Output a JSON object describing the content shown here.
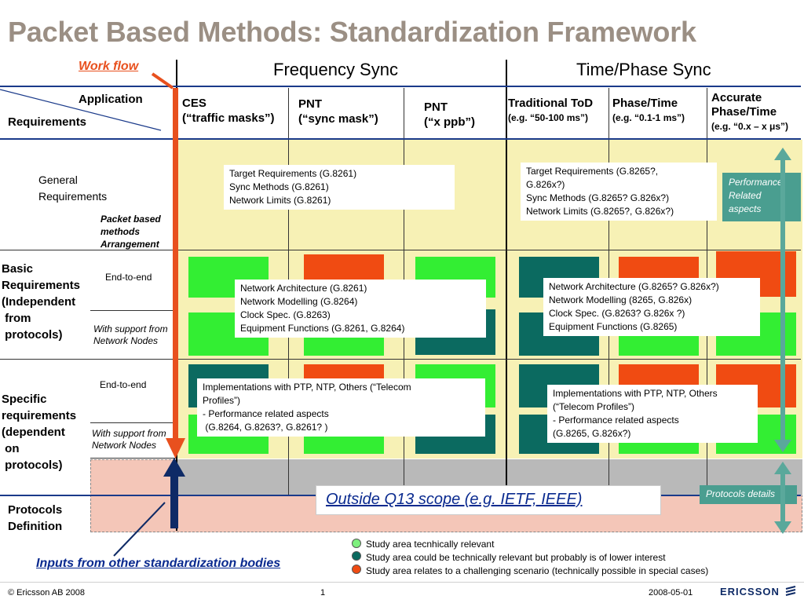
{
  "title": "Packet Based Methods: Standardization Framework",
  "work_flow_label": "Work flow",
  "column_groups": {
    "frequency": "Frequency Sync",
    "time_phase": "Time/Phase Sync"
  },
  "header": {
    "application": "Application",
    "requirements": "Requirements",
    "ces_line1": "CES",
    "ces_line2": "(“traffic masks”)",
    "pnt1_line1": "PNT",
    "pnt1_line2": "(“sync mask”)",
    "pnt2_line1": "PNT",
    "pnt2_line2": "(“x ppb”)",
    "tod_line1": "Traditional ToD",
    "tod_line2": "(e.g. “50-100 ms”)",
    "phase_line1": "Phase/Time",
    "phase_line2": "(e.g. “0.1-1 ms”)",
    "accurate_line1": "Accurate",
    "accurate_line2": "Phase/Time",
    "accurate_line3": "(e.g. “0.x – x μs”)"
  },
  "rows": {
    "general_line1": "General",
    "general_line2": "Requirements",
    "packet_line1": "Packet based",
    "packet_line2": "methods",
    "packet_line3": "Arrangement",
    "basic_line1": "Basic",
    "basic_line2": "Requirements",
    "basic_line3": "(Independent",
    "basic_line4": " from",
    "basic_line5": " protocols)",
    "specific_line1": "Specific",
    "specific_line2": "requirements",
    "specific_line3": "(dependent",
    "specific_line4": " on",
    "specific_line5": " protocols)",
    "protocols_line1": "Protocols",
    "protocols_line2": "Definition",
    "end_to_end": "End-to-end",
    "support_line1": "With support from",
    "support_line2": "Network Nodes"
  },
  "boxes": {
    "freq_general": [
      "Target Requirements (G.8261)",
      "Sync Methods (G.8261)",
      "Network Limits (G.8261)"
    ],
    "time_general": [
      "Target Requirements (G.8265?,",
      "G.826x?)",
      "Sync Methods (G.8265? G.826x?)",
      "Network Limits (G.8265?, G.826x?)"
    ],
    "freq_basic": [
      "Network Architecture (G.8261)",
      "Network Modelling (G.8264)",
      "Clock Spec. (G.8263)",
      "Equipment Functions (G.8261, G.8264)"
    ],
    "time_basic": [
      "Network Architecture (G.8265? G.826x?)",
      "Network Modelling (8265, G.826x)",
      "Clock Spec. (G.8263? G.826x ?)",
      "Equipment Functions (G.8265)"
    ],
    "freq_specific": [
      "Implementations with PTP, NTP, Others  (“Telecom",
      "Profiles”)",
      "- Performance related aspects",
      " (G.8264, G.8263?, G.8261? )"
    ],
    "time_specific": [
      "Implementations with PTP, NTP, Others",
      "(“Telecom Profiles”)",
      "- Performance related aspects",
      "(G.8265, G.826x?)"
    ]
  },
  "performance_line1": "Performance",
  "performance_line2": "Related",
  "performance_line3": "aspects",
  "protocols_details": "Protocols details",
  "outside_scope": "Outside Q13 scope (e.g. IETF, IEEE)",
  "inputs_label": "Inputs from other standardization bodies",
  "legend": [
    {
      "color": "#7ef07e",
      "text": "Study area tecnhically relevant"
    },
    {
      "color": "#0b6a60",
      "text": "Study area could be technically relevant but probably is of lower interest"
    },
    {
      "color": "#f04b12",
      "text": "Study area relates to a challenging scenario (technically possible in special cases)"
    }
  ],
  "footer": {
    "copyright": "© Ericsson AB 2008",
    "page": "1",
    "date": "2008-05-01",
    "logo": "ERICSSON"
  }
}
